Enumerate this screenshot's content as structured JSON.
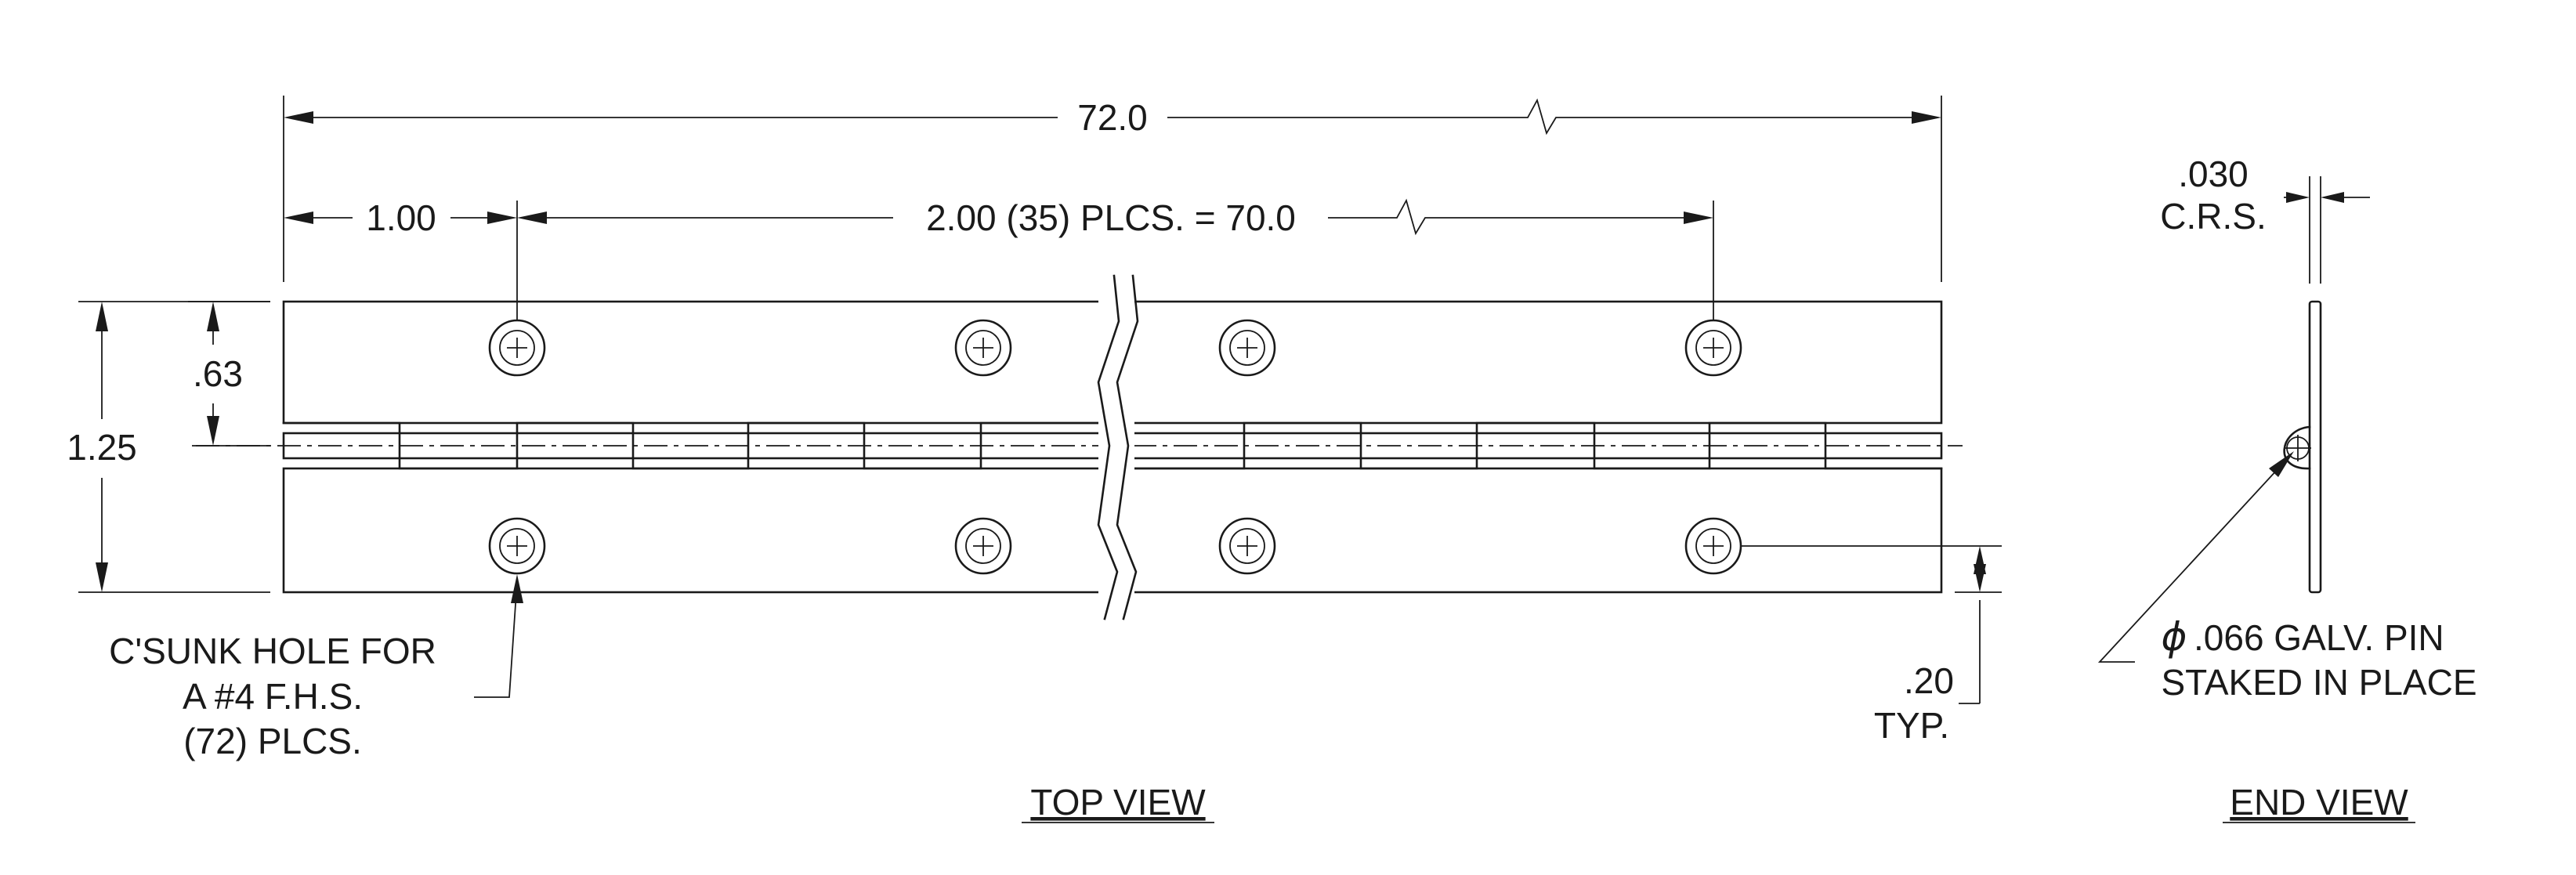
{
  "dimensions": {
    "overall_length": "72.0",
    "end_offset": "1.00",
    "hole_spacing": "2.00 (35) PLCS. = 70.0",
    "leaf_to_pin": ".63",
    "open_width": "1.25",
    "edge_offset_value": ".20",
    "edge_offset_note": "TYP.",
    "thickness_value": ".030",
    "thickness_material": "C.R.S."
  },
  "notes": {
    "hole_line1": "C'SUNK HOLE FOR",
    "hole_line2": "A #4 F.H.S.",
    "hole_line3": "(72) PLCS.",
    "pin_symbol": "ϕ",
    "pin_line1": ".066 GALV. PIN",
    "pin_line2": "STAKED IN PLACE"
  },
  "views": {
    "top": "TOP VIEW",
    "end": "END VIEW"
  }
}
